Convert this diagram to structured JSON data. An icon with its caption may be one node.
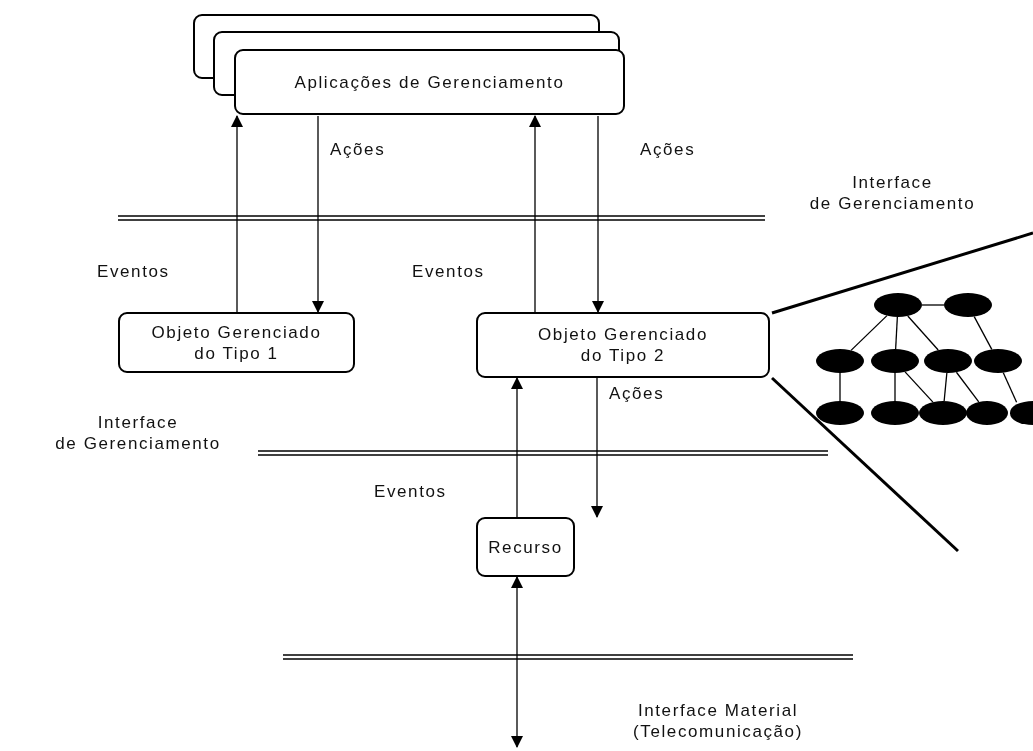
{
  "diagram": {
    "nodes": [
      {
        "text": [
          "Aplicações de Gerenciamento"
        ]
      },
      {
        "text": [
          "Objeto Gerenciado do Tipo 1"
        ]
      },
      {
        "text": [
          "Objeto Gerenciado do Tipo 2"
        ]
      },
      {
        "text": [
          "Recurso"
        ]
      },
      {
        "text": [],
        "shape": "ellipse"
      },
      {
        "text": [],
        "shape": "ellipse"
      },
      {
        "text": [],
        "shape": "ellipse"
      },
      {
        "text": [],
        "shape": "ellipse"
      },
      {
        "text": [],
        "shape": "ellipse"
      },
      {
        "text": [],
        "shape": "ellipse"
      },
      {
        "text": [],
        "shape": "ellipse"
      },
      {
        "text": [],
        "shape": "ellipse"
      },
      {
        "text": [],
        "shape": "ellipse"
      },
      {
        "text": [],
        "shape": "ellipse"
      },
      {
        "text": [],
        "shape": "ellipse"
      }
    ],
    "edges": [
      {
        "from": 1,
        "to": 0,
        "arrow": "to",
        "label": "Eventos"
      },
      {
        "from": 0,
        "to": 1,
        "arrow": "to",
        "label": "Ações"
      },
      {
        "from": 2,
        "to": 0,
        "arrow": "to",
        "label": "Eventos"
      },
      {
        "from": 0,
        "to": 2,
        "arrow": "to",
        "label": "Ações"
      },
      {
        "from": 3,
        "to": 2,
        "arrow": "to",
        "label": "Eventos"
      },
      {
        "from": 2,
        "to": 3,
        "arrow": "to",
        "label": "Ações"
      },
      {
        "from": 3,
        "to": null,
        "arrow": "both"
      },
      {
        "from": 4,
        "to": 5,
        "arrow": "none"
      },
      {
        "from": 4,
        "to": 6,
        "arrow": "none"
      },
      {
        "from": 4,
        "to": 7,
        "arrow": "none"
      },
      {
        "from": 4,
        "to": 8,
        "arrow": "none"
      },
      {
        "from": 5,
        "to": 9,
        "arrow": "none"
      },
      {
        "from": 6,
        "to": 10,
        "arrow": "none"
      },
      {
        "from": 7,
        "to": 11,
        "arrow": "none"
      },
      {
        "from": 7,
        "to": 12,
        "arrow": "none"
      },
      {
        "from": 8,
        "to": 12,
        "arrow": "none"
      },
      {
        "from": 8,
        "to": 13,
        "arrow": "none"
      },
      {
        "from": 9,
        "to": 14,
        "arrow": "none"
      }
    ],
    "labels": [
      "Interface de Gerenciamento",
      "Interface de Gerenciamento",
      "Interface Material (Telecomunicação)"
    ]
  }
}
